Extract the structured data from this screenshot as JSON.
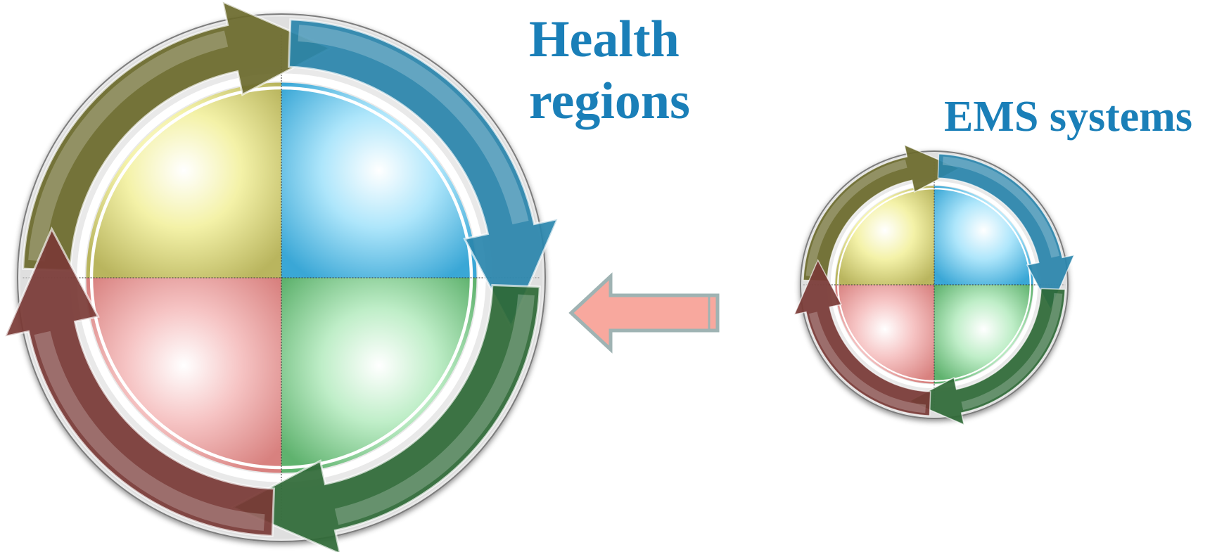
{
  "labels": {
    "large_cycle": "Health\nregions",
    "small_cycle": "EMS systems"
  },
  "colors": {
    "label": "#1a7fb8",
    "quadrant_top_left": "#f4f2a8",
    "quadrant_top_right": "#aee6fb",
    "quadrant_bottom_left": "#f6c4c4",
    "quadrant_bottom_right": "#bfeec8",
    "arrow_olive": "#6b6a2c",
    "arrow_blue": "#2a86ad",
    "arrow_green": "#2f6a37",
    "arrow_maroon": "#7a3a36",
    "connector_fill": "#f8a89e",
    "connector_stroke": "#9fb3b3"
  },
  "diagram": {
    "type": "cycle-to-cycle",
    "cycles": [
      "large_cycle",
      "small_cycle"
    ],
    "connector_direction": "from small_cycle to large_cycle",
    "quadrants": [
      "top-left",
      "top-right",
      "bottom-right",
      "bottom-left"
    ],
    "cycle_arrow_direction": "clockwise"
  }
}
